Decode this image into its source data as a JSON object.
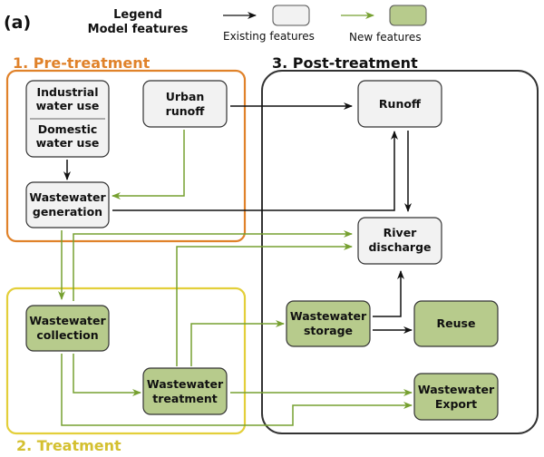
{
  "panel_label": "(a)",
  "legend": {
    "title_line1": "Legend",
    "title_line2": "Model features",
    "existing": "Existing features",
    "new": "New features"
  },
  "colors": {
    "existing_fill": "#f2f2f2",
    "new_fill": "#b7cb8c",
    "black_arrow": "#111111",
    "green_arrow": "#76a030",
    "pretreatment": "#e0822a",
    "treatment": "#e3cf3a",
    "posttreatment": "#333333"
  },
  "groups": {
    "pretreatment": "1. Pre-treatment",
    "treatment": "2. Treatment",
    "posttreatment": "3. Post-treatment"
  },
  "nodes": {
    "industrial": [
      "Industrial",
      "water use"
    ],
    "domestic": [
      "Domestic",
      "water use"
    ],
    "urban_runoff": [
      "Urban",
      "runoff"
    ],
    "ww_generation": [
      "Wastewater",
      "generation"
    ],
    "runoff": [
      "Runoff"
    ],
    "river_discharge": [
      "River",
      "discharge"
    ],
    "ww_collection": [
      "Wastewater",
      "collection"
    ],
    "ww_treatment": [
      "Wastewater",
      "treatment"
    ],
    "ww_storage": [
      "Wastewater",
      "storage"
    ],
    "reuse": [
      "Reuse"
    ],
    "ww_export": [
      "Wastewater",
      "Export"
    ]
  }
}
